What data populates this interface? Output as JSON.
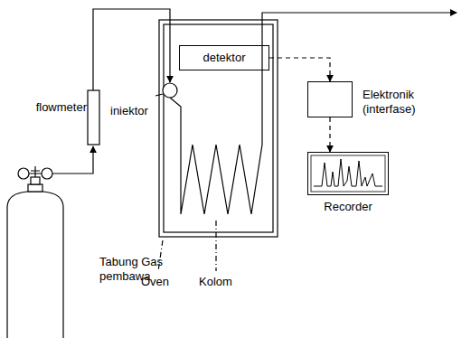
{
  "diagram": {
    "nodes": [
      {
        "text": [
          "detektor"
        ]
      },
      {
        "text": [
          "Elektronik (interfase)"
        ]
      },
      {
        "text": [
          "Recorder"
        ]
      }
    ],
    "edges": [
      {
        "from": 0,
        "to": 1,
        "arrow": "to"
      },
      {
        "from": 1,
        "to": 2,
        "arrow": "to"
      }
    ],
    "labels": [
      "flowmeter",
      "iniektor",
      "Tabung Gas pembawa",
      "Oven",
      "Kolom"
    ]
  }
}
